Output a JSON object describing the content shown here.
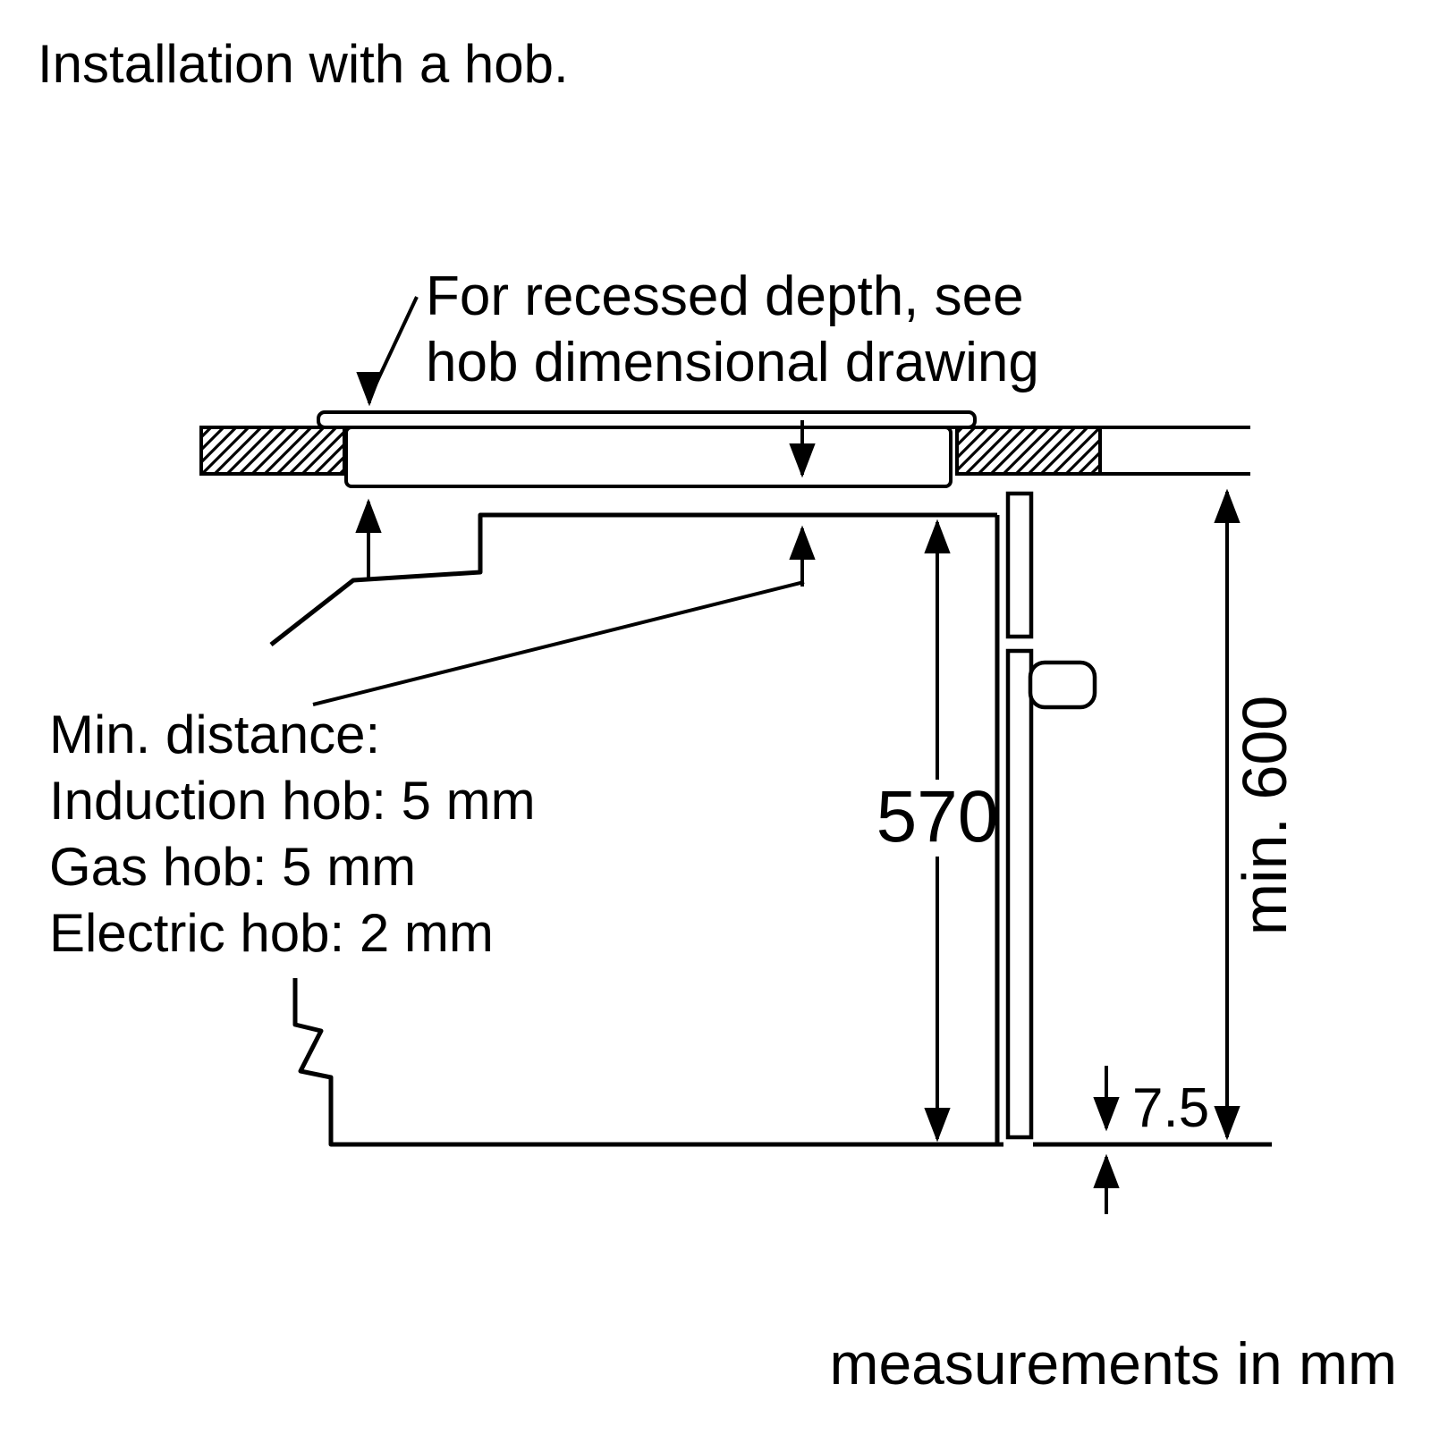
{
  "title": "Installation with a hob.",
  "callouts": {
    "recessed_depth": {
      "line1": "For recessed depth, see",
      "line2": "hob dimensional drawing"
    },
    "min_distance": {
      "heading": "Min. distance:",
      "induction": "Induction hob: 5 mm",
      "gas": "Gas hob: 5 mm",
      "electric": "Electric hob: 2 mm"
    }
  },
  "dimensions": {
    "oven_height_mm": "570",
    "min_niche_height": "min. 600",
    "bottom_gap_mm": "7.5"
  },
  "footer": "measurements in mm",
  "diagram": {
    "type": "oven-installation-cross-section",
    "components": [
      "worktop-hatched",
      "hob",
      "oven",
      "oven-knob",
      "cabinet-break-line",
      "floor-line"
    ]
  },
  "colors": {
    "line": "#000000",
    "background": "#ffffff"
  }
}
